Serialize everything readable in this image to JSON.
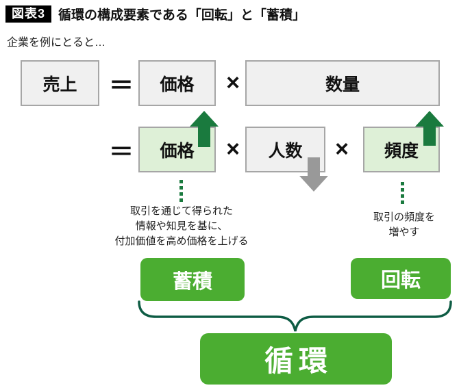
{
  "header": {
    "badge_label": "図表3",
    "title": "循環の構成要素である「回転」と「蓄積」"
  },
  "intro": "企業を例にとると…",
  "row1": {
    "sales": "売上",
    "equals": "＝",
    "price": "価格",
    "times": "×",
    "quantity": "数量"
  },
  "row2": {
    "equals": "＝",
    "price": "価格",
    "times_a": "×",
    "people": "人数",
    "times_b": "×",
    "frequency": "頻度"
  },
  "notes": {
    "price_note": "取引を通じて得られた\n情報や知見を基に、\n付加価値を高め価格を上げる",
    "frequency_note": "取引の頻度を\n増やす"
  },
  "summary": {
    "accumulation": "蓄積",
    "rotation": "回転",
    "circulation": "循環"
  },
  "colors": {
    "bright_green": "#4bad31",
    "dark_green": "#1a7a3e",
    "brace_green": "#0e5c44",
    "light_green_fill": "#def0d7",
    "gray_fill": "#f0f0f0",
    "box_border": "#a6a6a6",
    "gray_arrow": "#999999",
    "badge_bg": "#000000"
  }
}
